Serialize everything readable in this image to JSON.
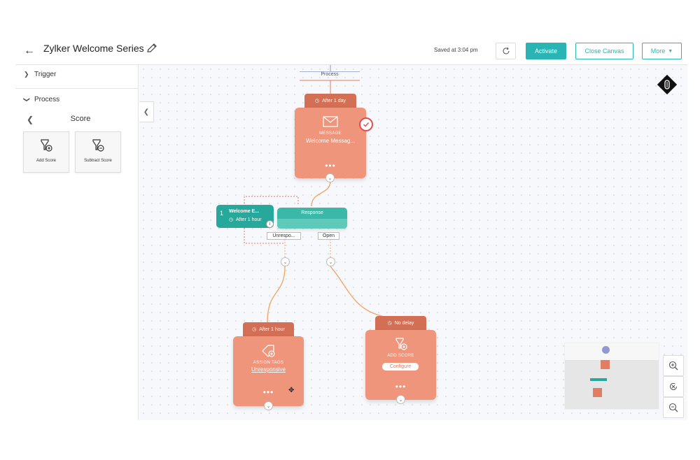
{
  "header": {
    "title": "Zylker Welcome Series",
    "saved_text": "Saved at 3:04 pm",
    "activate_label": "Activate",
    "close_label": "Close Canvas",
    "more_label": "More"
  },
  "sidebar": {
    "trigger_label": "Trigger",
    "process_label": "Process",
    "score_title": "Score",
    "cards": [
      {
        "label": "Add Score",
        "icon": "add-score-icon"
      },
      {
        "label": "Subtract Score",
        "icon": "subtract-score-icon"
      }
    ]
  },
  "canvas": {
    "process_label": "Process",
    "message_node": {
      "delay": "After 1 day",
      "type": "MESSAGE",
      "title": "Welcome Messag..."
    },
    "welcome_node": {
      "index": "1",
      "title": "Welcome E...",
      "delay": "After 1 hour"
    },
    "response_node": {
      "title": "Response",
      "branches": [
        "Unrespo...",
        "Open"
      ]
    },
    "assign_node": {
      "delay": "After 1 hour",
      "type": "ASSIGN TAGS",
      "title": "Unresponsive"
    },
    "score_node": {
      "delay": "No delay",
      "type": "ADD SCORE",
      "button": "Configure"
    }
  },
  "colors": {
    "accent": "#2bb4b4",
    "node": "#ee957c",
    "node_tab": "#d26f55",
    "teal_node": "#26a89a"
  }
}
